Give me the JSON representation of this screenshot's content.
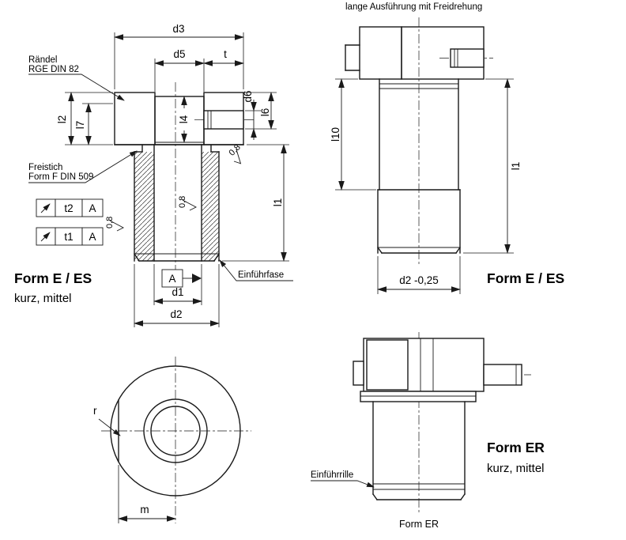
{
  "drawing": {
    "background": "#ffffff",
    "line_color": "#1a1a1a"
  },
  "section_view": {
    "form_label": "Form E / ES",
    "size_label": "kurz, mittel",
    "knurl_note_line1": "Rändel",
    "knurl_note_line2": "RGE  DIN 82",
    "undercut_note_line1": "Freistich",
    "undercut_note_line2": "Form F DIN 509",
    "chamfer_note": "Einführfase",
    "datum_label": "A",
    "roughness": "0,8",
    "tolerance_frames": [
      {
        "symbol": "circular-runout-arrow",
        "value": "t2",
        "datum": "A"
      },
      {
        "symbol": "circular-runout-arrow",
        "value": "t1",
        "datum": "A"
      }
    ],
    "dims": {
      "d3": "d3",
      "d5": "d5",
      "t": "t",
      "d6": "d6",
      "l6": "l6",
      "l2": "l2",
      "l7": "l7",
      "l4": "l4",
      "l1": "l1",
      "d1": "d1",
      "d2": "d2"
    }
  },
  "long_view": {
    "title": "lange Ausführung mit Freidrehung",
    "form_label": "Form E / ES",
    "dims": {
      "l10": "l10",
      "l1": "l1",
      "d2_tol": "d2 -0,25"
    }
  },
  "front_view": {
    "dims": {
      "r": "r",
      "m": "m"
    }
  },
  "er_view": {
    "form_label": "Form ER",
    "size_label": "kurz, mittel",
    "caption": "Form ER",
    "groove_note": "Einführrille"
  }
}
